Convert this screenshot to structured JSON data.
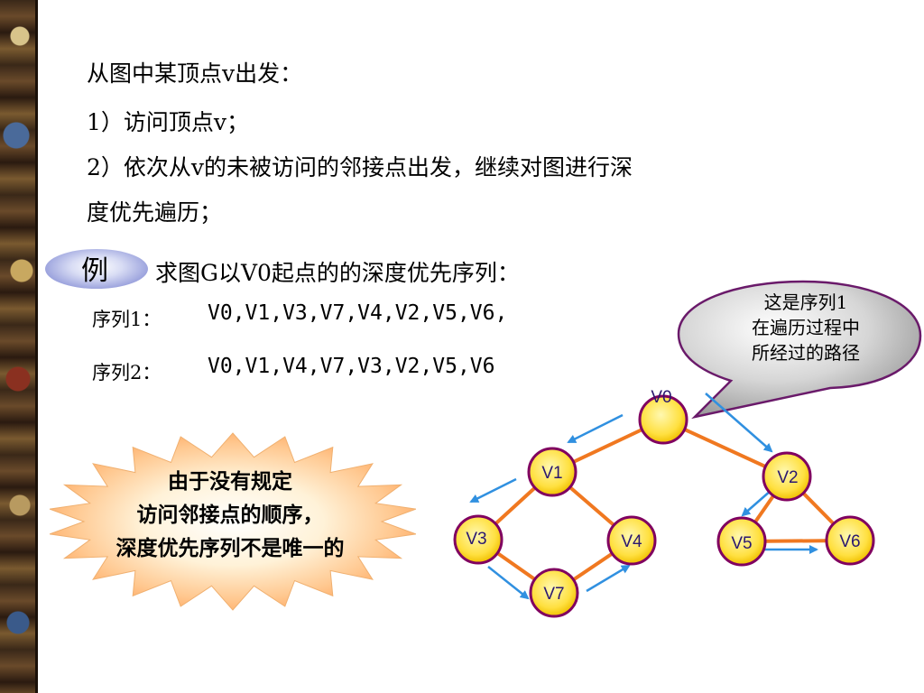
{
  "text": {
    "intro": "从图中某顶点v出发：",
    "step1": "1）访问顶点v；",
    "step2_line1": "2）依次从v的未被访问的邻接点出发，继续对图进行深",
    "step2_line2": "度优先遍历；",
    "example_badge": "例",
    "example_question": "求图G以V0起点的的深度优先序列："
  },
  "sequences": [
    {
      "label": "序列1：",
      "value": "V0,V1,V3,V7,V4,V2,V5,V6,"
    },
    {
      "label": "序列2：",
      "value": "V0,V1,V4,V7,V3,V2,V5,V6"
    }
  ],
  "callout": {
    "lines": [
      "这是序列1",
      "在遍历过程中",
      "所经过的路径"
    ]
  },
  "starburst": {
    "lines": [
      "由于没有规定",
      "访问邻接点的顺序，",
      "深度优先序列不是唯一的"
    ]
  },
  "graph": {
    "nodes": {
      "V0": "V0",
      "V1": "V1",
      "V2": "V2",
      "V3": "V3",
      "V4": "V4",
      "V5": "V5",
      "V6": "V6",
      "V7": "V7"
    }
  },
  "colors": {
    "edge": "#f07820",
    "arrow": "#3090e0",
    "node_fill": "#ffe040",
    "node_stroke": "#800060",
    "node_text": "#2a1870"
  }
}
